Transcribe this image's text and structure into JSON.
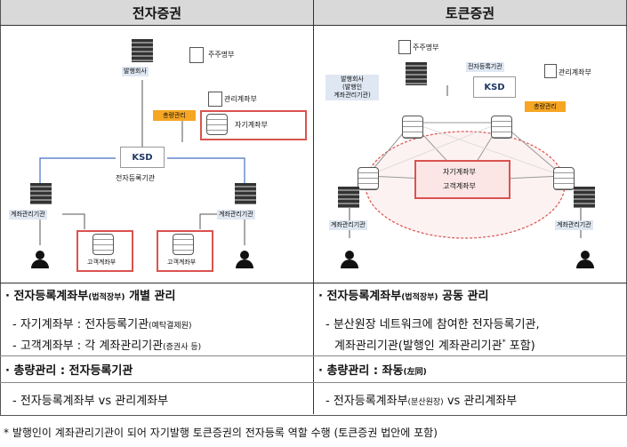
{
  "left": {
    "header": "전자증권",
    "issuer": "발행회사",
    "shareholder_register": "주주명부",
    "management_account": "관리계좌부",
    "total_management": "총량관리",
    "own_account": "자기계좌부",
    "ksd": "KSD",
    "central_registry": "전자등록기관",
    "account_mgmt_left": "계좌관리기관",
    "account_mgmt_right": "계좌관리기관",
    "customer_account_left": "고객계좌부",
    "customer_account_right": "고객계좌부",
    "point1_title": "· 전자등록계좌부",
    "point1_legal": "(법적장부)",
    "point1_suffix": " 개별 관리",
    "own_line_a": "- 자기계좌부 : 전자등록기관",
    "own_line_b": "(예탁결제원)",
    "cust_line_a": "- 고객계좌부 : 각 계좌관리기관",
    "cust_line_b": "(증권사 등)",
    "point2": "· 총량관리 : 전자등록기관",
    "compare": "- 전자등록계좌부 vs 관리계좌부"
  },
  "right": {
    "header": "토큰증권",
    "shareholder_register": "주주명부",
    "issuer_label_1": "발행회사",
    "issuer_label_2": "(발행인",
    "issuer_label_3": "계좌관리기관)",
    "central_registry": "전자등록기관",
    "ksd": "KSD",
    "management_account": "관리계좌부",
    "total_management": "총량관리",
    "own_account": "자기계좌부",
    "customer_account": "고객계좌부",
    "account_mgmt_left": "계좌관리기관",
    "account_mgmt_right": "계좌관리기관",
    "point1_title": "· 전자등록계좌부",
    "point1_legal": "(법적장부)",
    "point1_suffix": " 공동 관리",
    "dist_line1": "- 분산원장 네트워크에 참여한 전자등록기관,",
    "dist_line2": "계좌관리기관(발행인 계좌관리기관",
    "dist_star": "*",
    "dist_line2_end": " 포함)",
    "point2_a": "· 총량관리 : 좌동",
    "point2_b": "(左同)",
    "compare_a": "- 전자등록계좌부",
    "compare_b": "(분산원장)",
    "compare_c": " vs 관리계좌부"
  },
  "footnote": "* 발행인이 계좌관리기관이 되어 자기발행 토큰증권의 전자등록 역할 수행 (토큰증권 법안에 포함)"
}
